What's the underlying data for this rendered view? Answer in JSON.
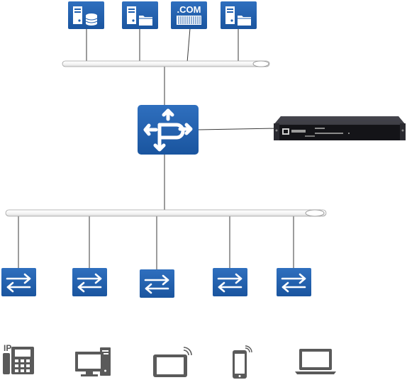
{
  "colors": {
    "device_blue": "#1f5fae",
    "device_icon": "#ffffff",
    "wire": "#3a3a3a",
    "bus_fill": "#fafafa",
    "bus_stroke": "#9a9a9a",
    "appliance_body": "#1e1e22",
    "endpoint_grey": "#5a5a5a"
  },
  "servers": [
    {
      "icon": "database-server-icon"
    },
    {
      "icon": "file-server-icon"
    },
    {
      "icon": "web-server-icon",
      "label": ".COM"
    },
    {
      "icon": "file-server-icon"
    }
  ],
  "router": {
    "icon": "router-icon"
  },
  "appliance": {
    "icon": "rack-appliance"
  },
  "switches": [
    {
      "icon": "switch-icon"
    },
    {
      "icon": "switch-icon"
    },
    {
      "icon": "switch-icon"
    },
    {
      "icon": "switch-icon"
    },
    {
      "icon": "switch-icon"
    }
  ],
  "endpoints": [
    {
      "icon": "ip-phone-icon",
      "label": "IP"
    },
    {
      "icon": "desktop-pc-icon"
    },
    {
      "icon": "tablet-icon"
    },
    {
      "icon": "smartphone-icon"
    },
    {
      "icon": "laptop-icon"
    }
  ]
}
